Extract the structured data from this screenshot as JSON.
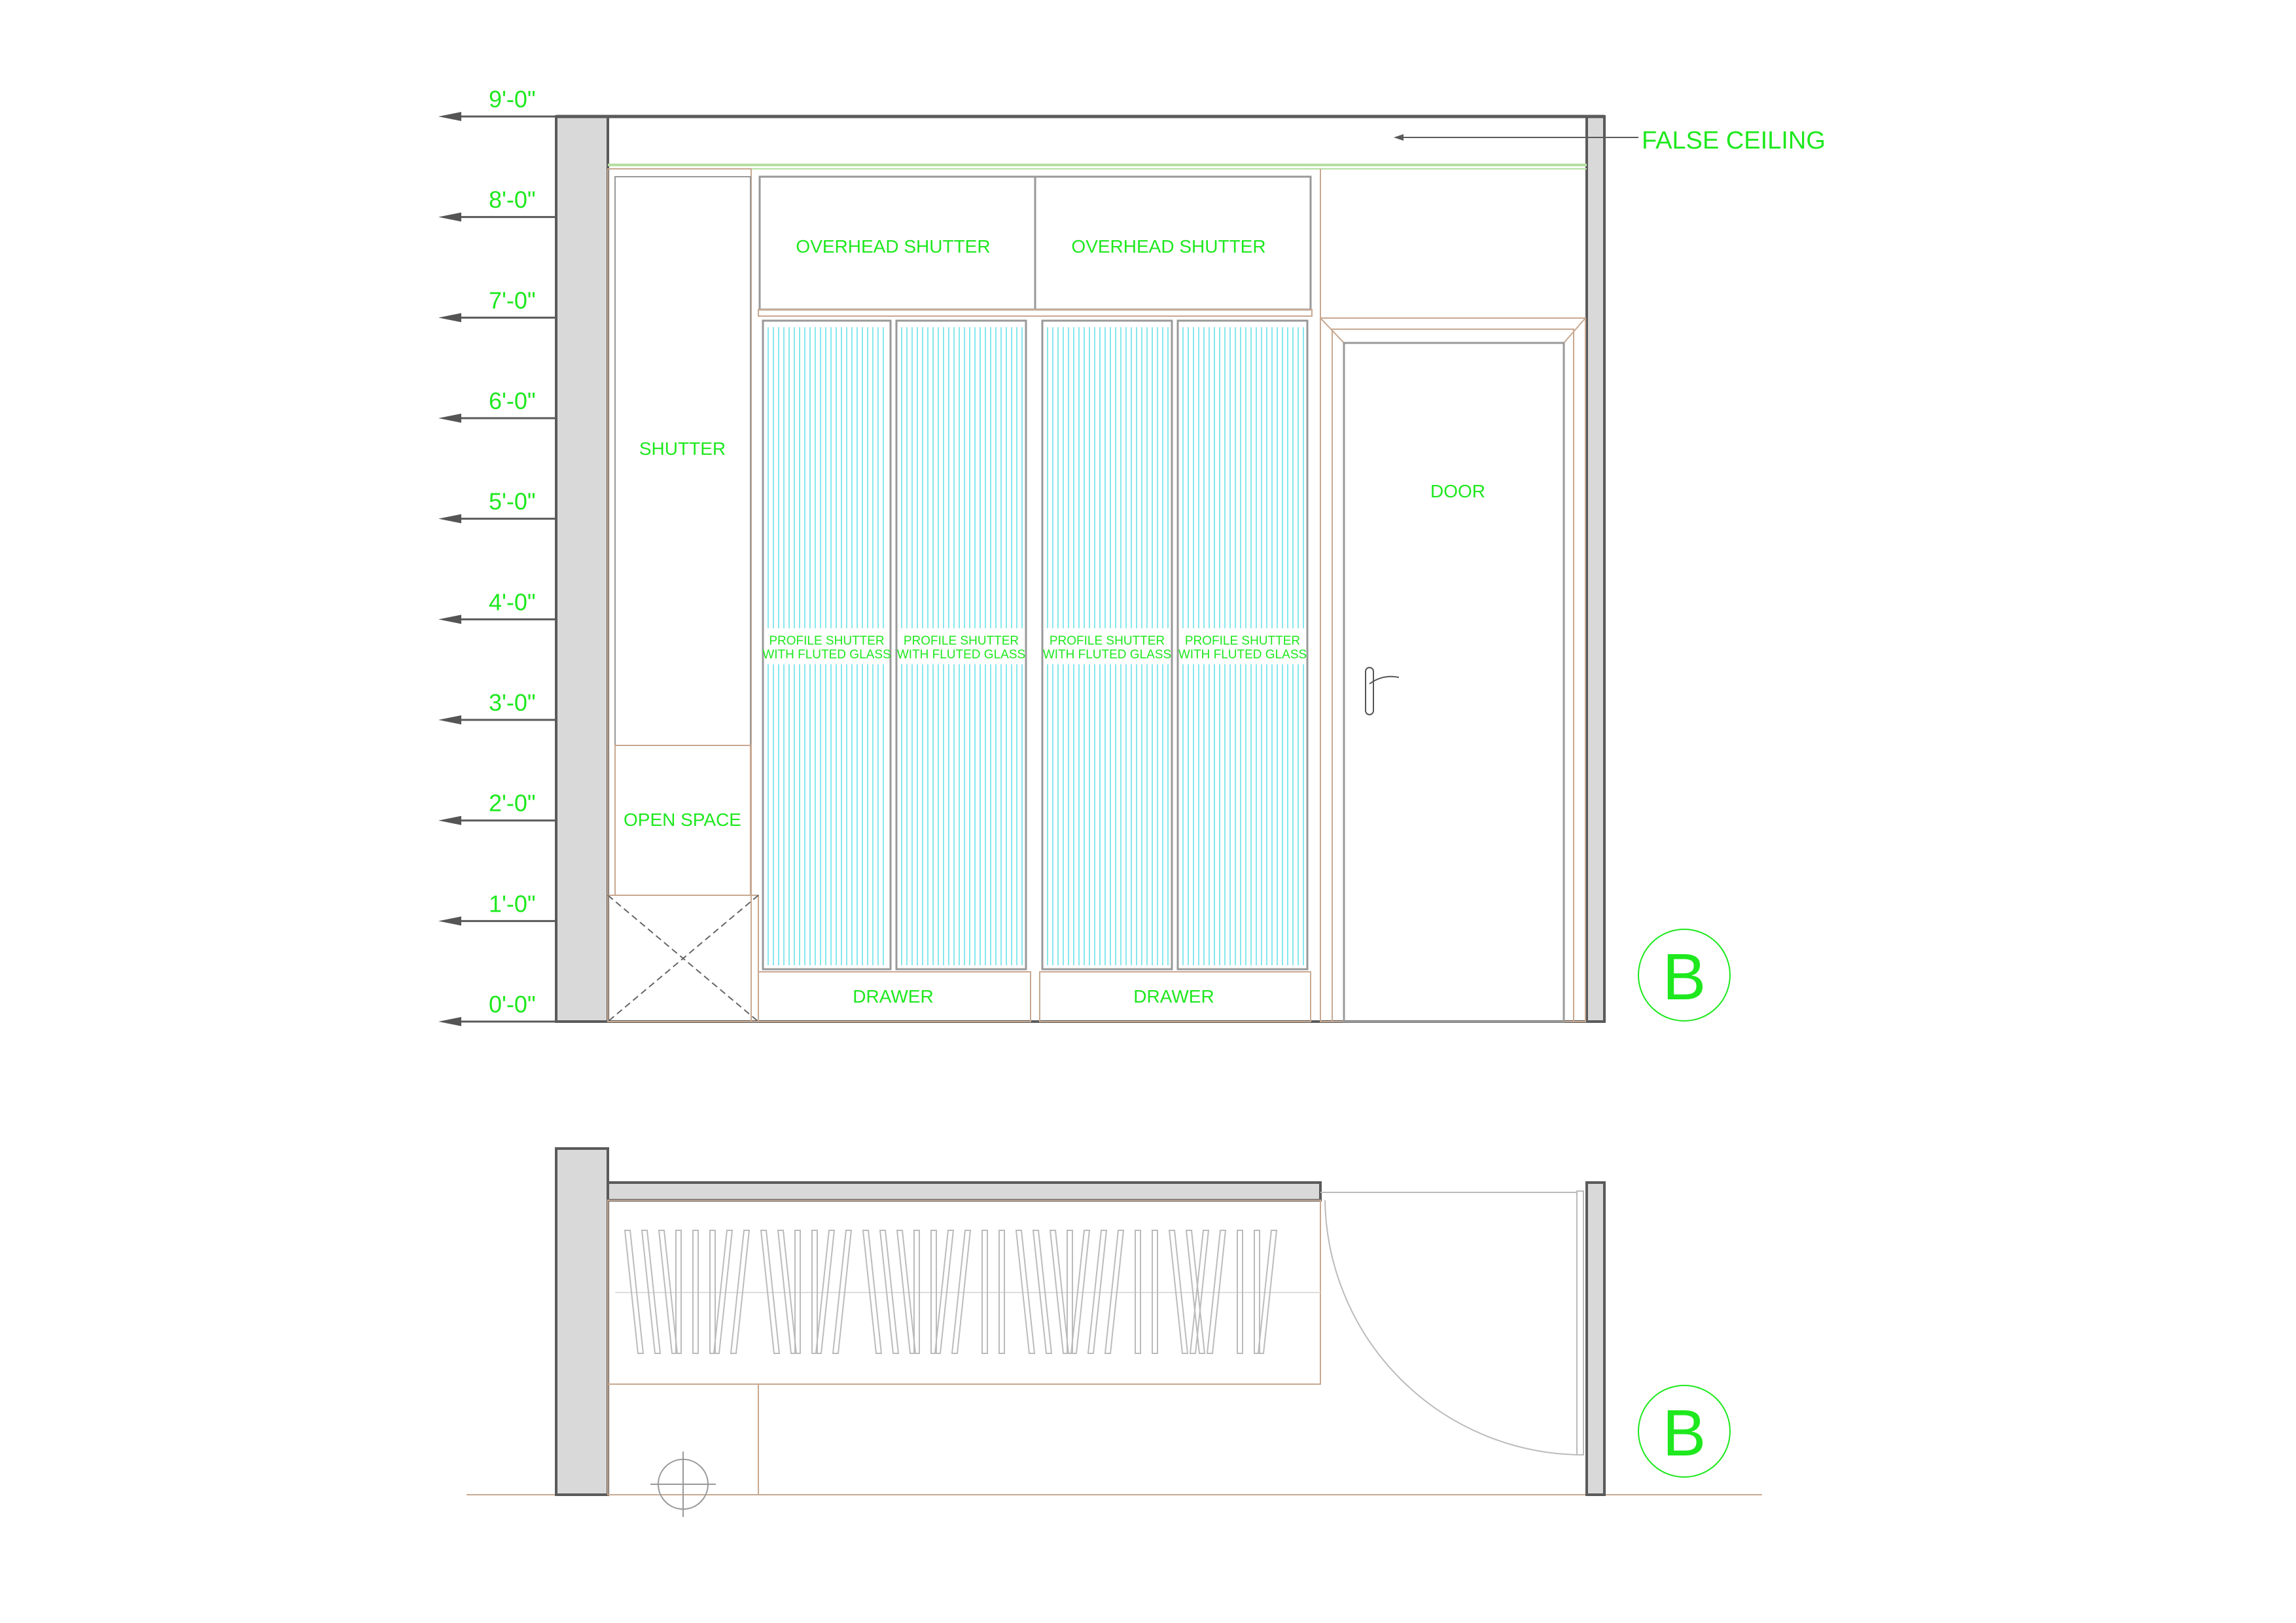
{
  "elevation": {
    "levels": [
      "9'-0\"",
      "8'-0\"",
      "7'-0\"",
      "6'-0\"",
      "5'-0\"",
      "4'-0\"",
      "3'-0\"",
      "2'-0\"",
      "1'-0\"",
      "0'-0\""
    ],
    "false_ceiling": "FALSE CEILING",
    "overhead": [
      "OVERHEAD SHUTTER",
      "OVERHEAD SHUTTER"
    ],
    "shutter": "SHUTTER",
    "open_space": "OPEN SPACE",
    "profile_line1": "PROFILE SHUTTER",
    "profile_line2": "WITH FLUTED GLASS",
    "drawers": [
      "DRAWER",
      "DRAWER"
    ],
    "door": "DOOR",
    "section_mark": "B"
  },
  "plan": {
    "section_mark": "B"
  },
  "colors": {
    "text": "#1ee81e",
    "wall": "#d9d9d9",
    "line": "#5a5a5a",
    "wood": "#c8a890",
    "glass": "#5fe0e8"
  }
}
